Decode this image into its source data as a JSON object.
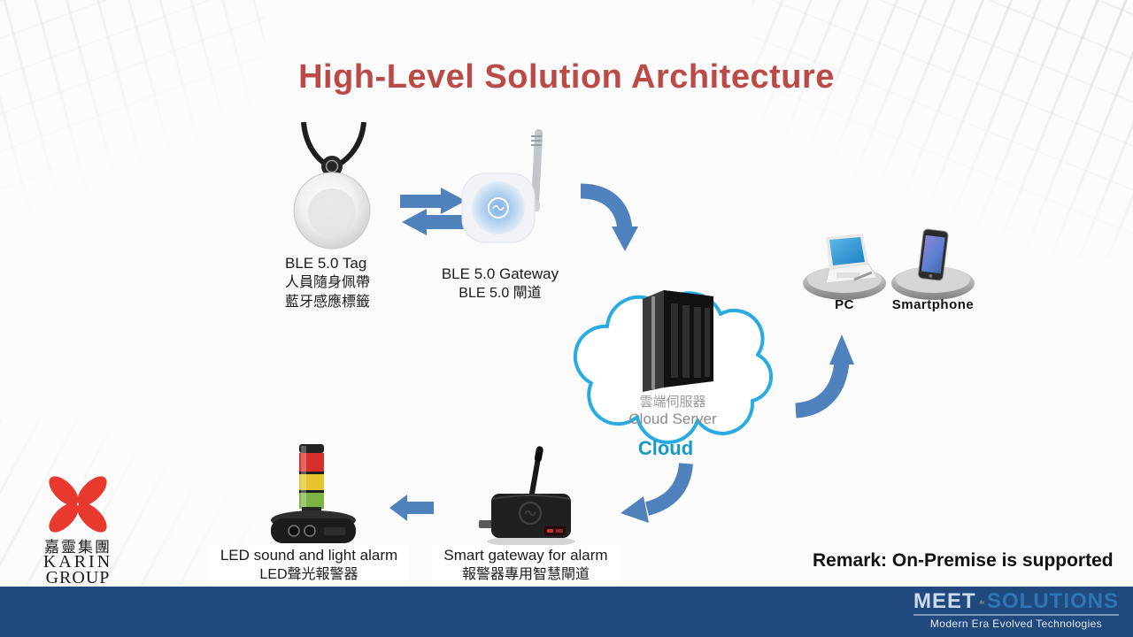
{
  "slide": {
    "title": "High-Level Solution Architecture",
    "remark": "Remark: On-Premise is supported"
  },
  "nodes": {
    "ble_tag": {
      "name_en": "BLE 5.0 Tag",
      "desc_zh1": "人員隨身佩帶",
      "desc_zh2": "藍牙感應標籤"
    },
    "ble_gateway": {
      "name_en": "BLE 5.0 Gateway",
      "name_zh": "BLE 5.0 閘道"
    },
    "cloud": {
      "server_label_zh": "雲端伺服器",
      "server_label_en": "Cloud Server",
      "caption": "Cloud"
    },
    "pc": {
      "label": "PC"
    },
    "smartphone": {
      "label": "Smartphone"
    },
    "led_alarm": {
      "name_en": "LED sound and light alarm",
      "name_zh": "LED聲光報警器"
    },
    "smart_gateway": {
      "name_en": "Smart gateway for alarm",
      "name_zh": "報警器專用智慧閘道"
    }
  },
  "branding": {
    "karin_group": {
      "name_zh": "嘉靈集團",
      "name_en_line1": "KARIN",
      "name_en_line2": "GROUP"
    },
    "meet_solutions": {
      "word1": "MEET",
      "word2": "SOLUTIONS",
      "tagline": "Modern Era Evolved Technologies"
    }
  },
  "colors": {
    "title_red": "#BB4A47",
    "arrow_blue": "#4F81BD",
    "cloud_outline_blue": "#29ABE2",
    "cloud_caption_teal": "#1899C2",
    "footer_navy": "#204A7E",
    "karin_red": "#E8392E",
    "solutions_blue": "#2E75B6"
  }
}
